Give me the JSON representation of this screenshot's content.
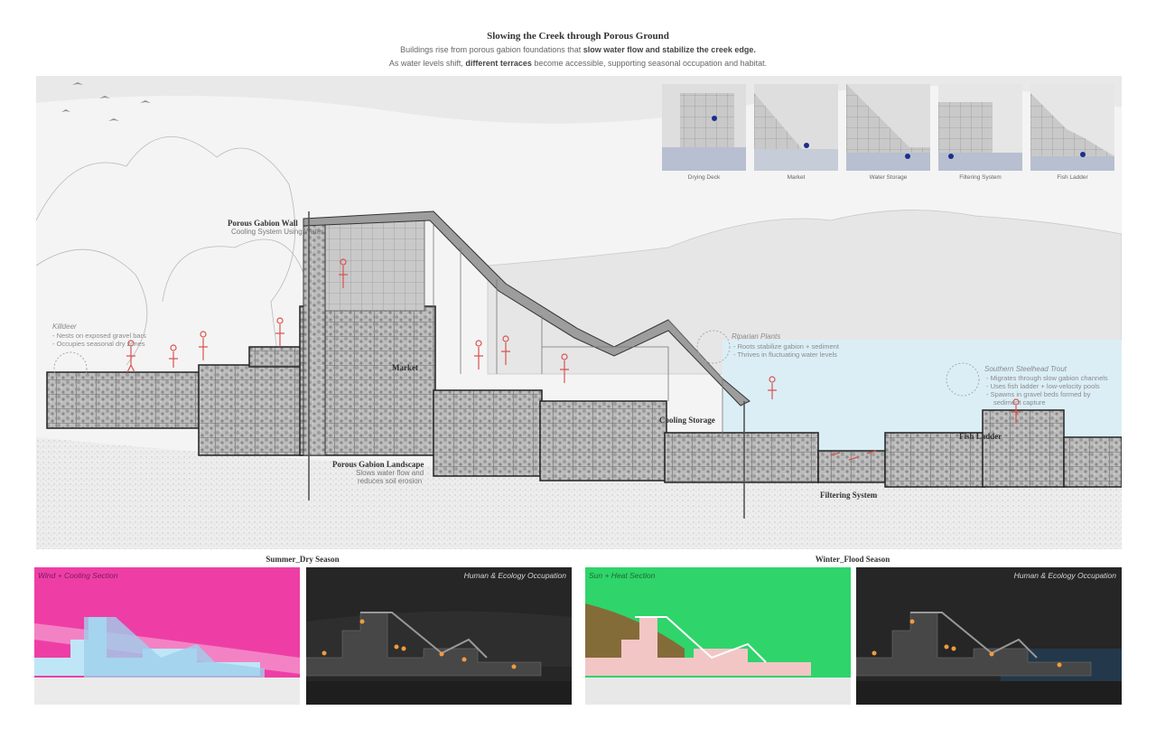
{
  "header": {
    "title": "Slowing the Creek through Porous Ground",
    "subtitle_1_a": "Buildings rise from porous gabion foundations that ",
    "subtitle_1_b": "slow water flow and stabilize the creek edge.",
    "subtitle_2_a": "As water levels shift, ",
    "subtitle_2_b": "different terraces",
    "subtitle_2_c": " become accessible, supporting seasonal occupation and habitat."
  },
  "section": {
    "labels": {
      "gabion_wall": "Porous Gabion Wall",
      "gabion_wall_sub": "Cooling System Using Water",
      "market": "Market",
      "cooling_storage": "Cooling Storage",
      "fish_ladder": "Fish Ladder",
      "gabion_landscape": "Porous Gabion Landscape",
      "gabion_landscape_sub_1": "Slows water flow and",
      "gabion_landscape_sub_2": "reduces soil erosion",
      "filtering_system": "Filtering System"
    },
    "notes": {
      "killdeer_title": "Killdeer",
      "killdeer_1": "- Nests on exposed gravel bars",
      "killdeer_2": "- Occupies seasonal dry zones",
      "riparian_title": "Riparian Plants",
      "riparian_1": "- Roots stabilize gabion + sediment",
      "riparian_2": "- Thrives in fluctuating water levels",
      "trout_title": "Southern Steelhead Trout",
      "trout_1": "- Migrates through slow gabion channels",
      "trout_2": "- Uses fish ladder + low-velocity pools",
      "trout_3": "- Spawns in gravel beds formed by",
      "trout_4": "sediment capture"
    }
  },
  "thumbnails": [
    {
      "label": "Drying Deck"
    },
    {
      "label": "Market"
    },
    {
      "label": "Water Storage"
    },
    {
      "label": "Filtering System"
    },
    {
      "label": "Fish Ladder"
    }
  ],
  "seasons": {
    "summer": {
      "title": "Summer_Dry Season",
      "panel_1": "Wind + Cooling Section",
      "panel_2": "Human & Ecology Occupation"
    },
    "winter": {
      "title": "Winter_Flood Season",
      "panel_1": "Sun + Heat Section",
      "panel_2": "Human & Ecology Occupation"
    }
  },
  "colors": {
    "wind_panel": "#ee3ea6",
    "heat_panel": "#2fd46a",
    "dark_panel": "#262626",
    "figure_red": "#d9534f",
    "water_blue": "#d7ecf5"
  }
}
